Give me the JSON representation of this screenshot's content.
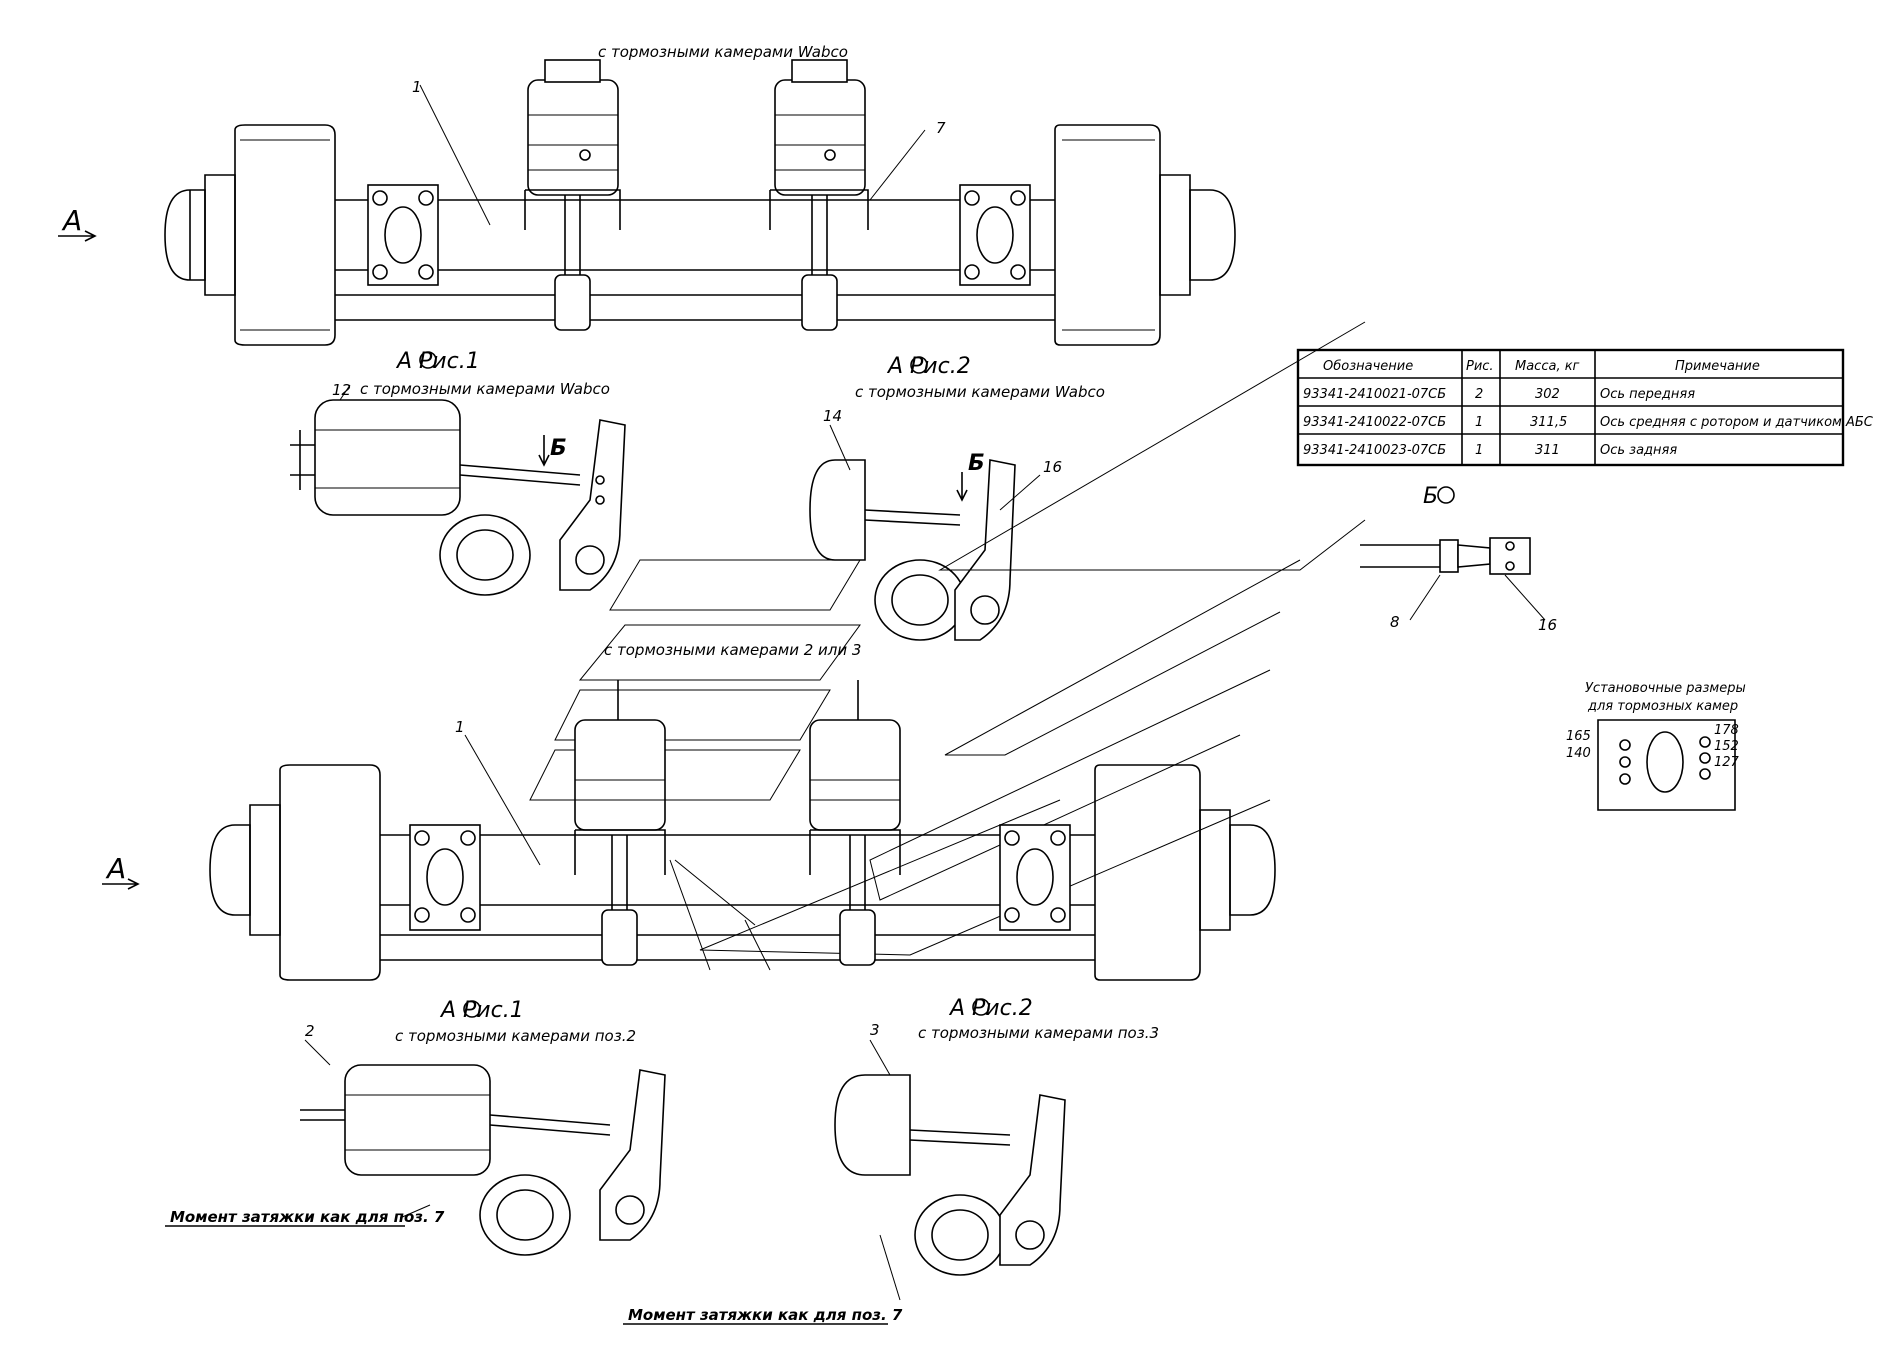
{
  "captions": {
    "wabco_top": "с тормозными камерами Wabco",
    "wabco_fig1": "с тормозными камерами Wabco",
    "wabco_fig2": "с тормозными камерами Wabco",
    "cam23": "с тормозными камерами 2 или 3",
    "cam_pos2": "с тормозными камерами поз.2",
    "cam_pos3": "с тормозными камерами поз.3",
    "mount_title_1": "Установочные размеры",
    "mount_title_2": "для тормозных камер",
    "torque_1": "Момент затяжки как для поз. 7",
    "torque_2": "Момент затяжки как для поз. 7"
  },
  "views": {
    "view_a_top": "А",
    "view_a_bottom": "А",
    "fig1_top": "А  Рис.1",
    "fig2_top": "А  Рис.2",
    "fig1_bottom": "А  Рис.1",
    "fig2_bottom": "А  Рис.2",
    "b_arrow_1": "Б",
    "b_arrow_2": "Б",
    "b_view": "Б"
  },
  "positions": {
    "p1_top": "1",
    "p7": "7",
    "p12": "12",
    "p14": "14",
    "p16_a": "16",
    "p8": "8",
    "p16_b": "16",
    "p1_bottom": "1",
    "p2": "2",
    "p3": "3"
  },
  "dims": {
    "d165": "165",
    "d140": "140",
    "d178": "178",
    "d152": "152",
    "d127": "127"
  },
  "table": {
    "headers": [
      "Обозначение",
      "Рис.",
      "Масса, кг",
      "Примечание"
    ],
    "rows": [
      [
        "93341-2410021-07СБ",
        "2",
        "302",
        "Ось передняя"
      ],
      [
        "93341-2410022-07СБ",
        "1",
        "311,5",
        "Ось средняя с ротором и датчиком АБС"
      ],
      [
        "93341-2410023-07СБ",
        "1",
        "311",
        "Ось задняя"
      ]
    ]
  }
}
